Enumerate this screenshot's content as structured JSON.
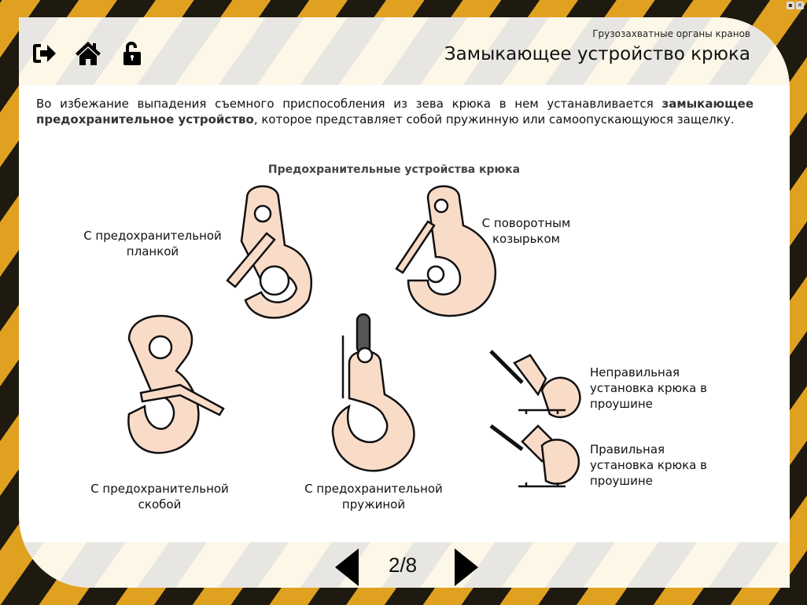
{
  "header": {
    "subtitle": "Грузозахватные органы кранов",
    "title": "Замыкающее устройство крюка"
  },
  "toolbar": {
    "icons": [
      "exit-icon",
      "home-icon",
      "lock-icon"
    ]
  },
  "intro": {
    "part1": "Во избежание выпадения съемного приспособления из зева крюка в нем устанавливается ",
    "bold": "замыкающее предохранительное устройство",
    "part2": ", которое представляет собой пружинную или самоопускающуюся защелку."
  },
  "figure": {
    "title": "Предохранительные устройства крюка",
    "labels": {
      "plank": "С предохранительной планкой",
      "visor": "С поворотным козырьком",
      "bracket": "С предохранительной скобой",
      "spring": "С предохранительной пружиной",
      "wrong": "Неправильная установка крюка в проушине",
      "right": "Правильная установка крюка в проушине"
    }
  },
  "nav": {
    "page": "2/8"
  },
  "window": {
    "minimize": "▪",
    "close": "✕"
  },
  "colors": {
    "hook_fill": "#f9dcc8",
    "stripe_dark": "#1e1a10",
    "stripe_yellow": "#e0a020"
  }
}
